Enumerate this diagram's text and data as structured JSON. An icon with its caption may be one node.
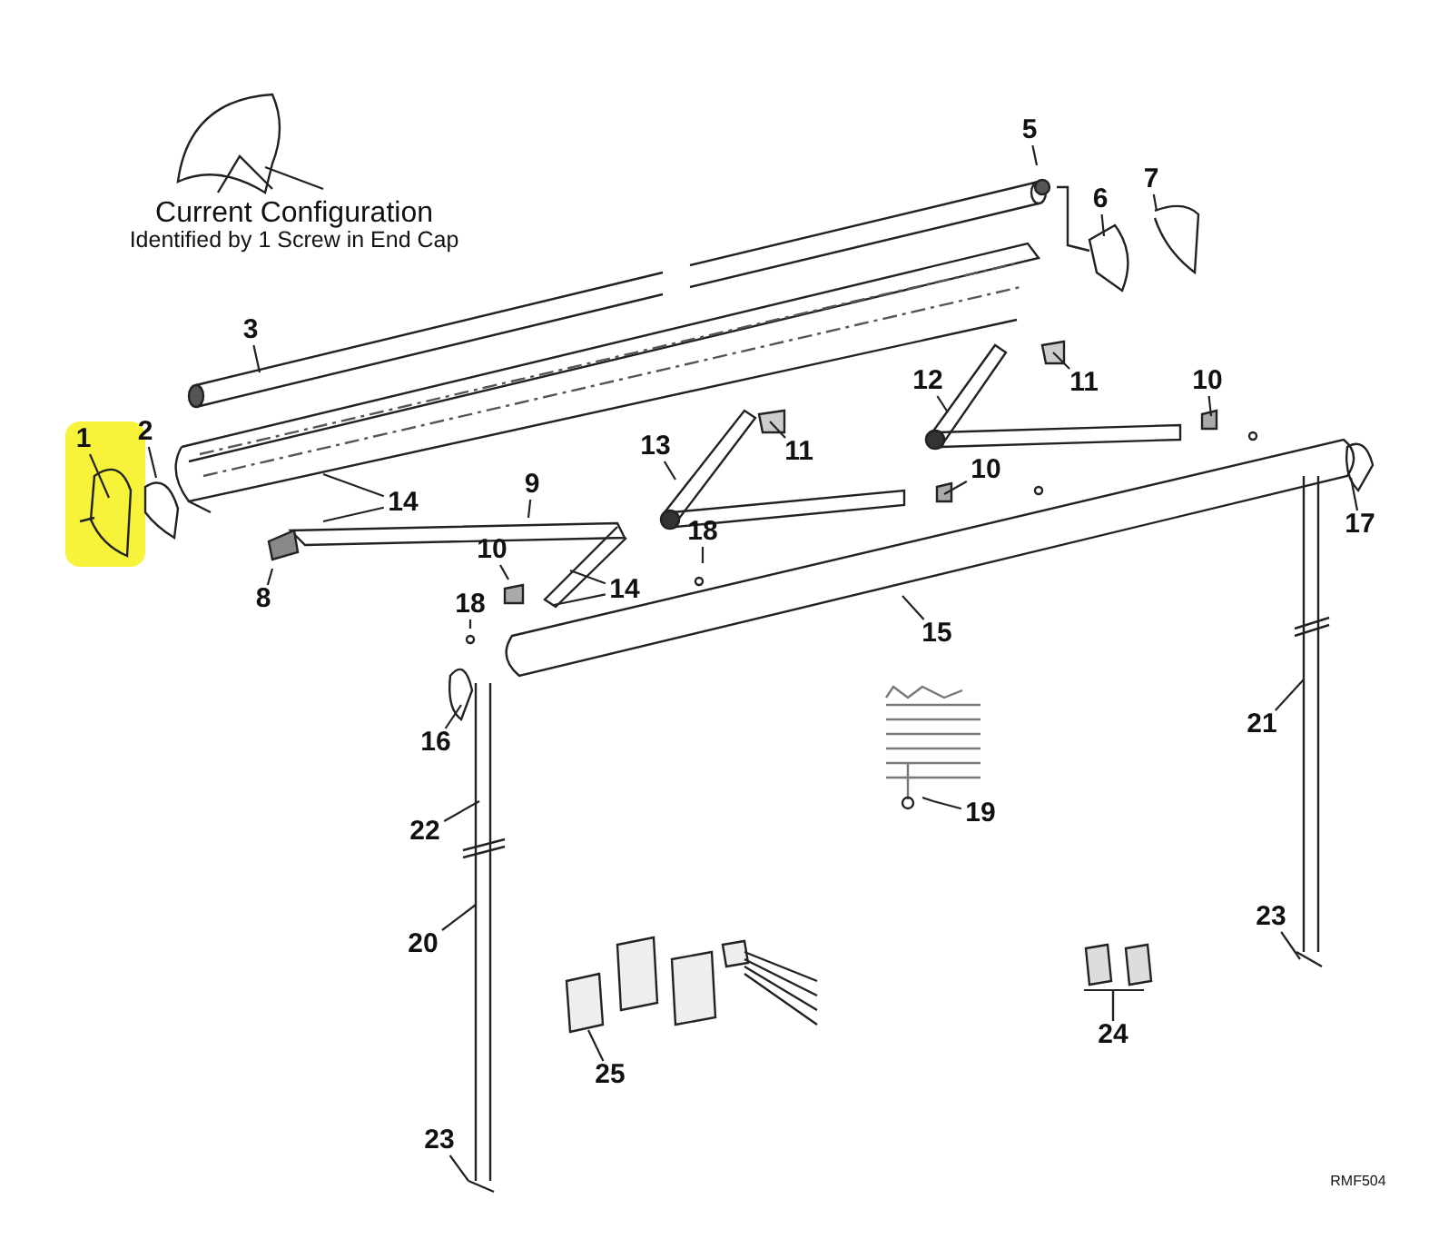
{
  "diagram": {
    "nodes": [
      {
        "text": [
          "1"
        ]
      },
      {
        "text": [
          "2"
        ]
      },
      {
        "text": [
          "3"
        ]
      },
      {
        "text": [
          "5"
        ]
      },
      {
        "text": [
          "6"
        ]
      },
      {
        "text": [
          "7"
        ]
      },
      {
        "text": [
          "8"
        ]
      },
      {
        "text": [
          "9"
        ]
      },
      {
        "text": [
          "14"
        ]
      },
      {
        "text": [
          "10"
        ]
      },
      {
        "text": [
          "14"
        ]
      },
      {
        "text": [
          "18"
        ]
      },
      {
        "text": [
          "13"
        ]
      },
      {
        "text": [
          "11"
        ]
      },
      {
        "text": [
          "12"
        ]
      },
      {
        "text": [
          "11"
        ]
      },
      {
        "text": [
          "10"
        ]
      },
      {
        "text": [
          "10"
        ]
      },
      {
        "text": [
          "18"
        ]
      },
      {
        "text": [
          "17"
        ]
      },
      {
        "text": [
          "15"
        ]
      },
      {
        "text": [
          "16"
        ]
      },
      {
        "text": [
          "22"
        ]
      },
      {
        "text": [
          "21"
        ]
      },
      {
        "text": [
          "19"
        ]
      },
      {
        "text": [
          "20"
        ]
      },
      {
        "text": [
          "23"
        ]
      },
      {
        "text": [
          "24"
        ]
      },
      {
        "text": [
          "25"
        ]
      },
      {
        "text": [
          "23"
        ]
      }
    ],
    "edges": [
      {
        "from": 0,
        "to": null,
        "arrow": "none"
      },
      {
        "from": 1,
        "to": null,
        "arrow": "none"
      },
      {
        "from": 2,
        "to": null,
        "arrow": "none"
      },
      {
        "from": 3,
        "to": null,
        "arrow": "none"
      },
      {
        "from": 4,
        "to": null,
        "arrow": "none"
      },
      {
        "from": 5,
        "to": null,
        "arrow": "none"
      },
      {
        "from": 6,
        "to": null,
        "arrow": "none"
      },
      {
        "from": 7,
        "to": null,
        "arrow": "none"
      },
      {
        "from": 8,
        "to": null,
        "arrow": "none"
      },
      {
        "from": 8,
        "to": null,
        "arrow": "none"
      },
      {
        "from": 9,
        "to": null,
        "arrow": "none"
      },
      {
        "from": 10,
        "to": null,
        "arrow": "none"
      },
      {
        "from": 10,
        "to": null,
        "arrow": "none"
      },
      {
        "from": 11,
        "to": null,
        "arrow": "none"
      },
      {
        "from": 12,
        "to": null,
        "arrow": "none"
      },
      {
        "from": 13,
        "to": null,
        "arrow": "none"
      },
      {
        "from": 14,
        "to": null,
        "arrow": "none"
      },
      {
        "from": 15,
        "to": null,
        "arrow": "none"
      },
      {
        "from": 16,
        "to": null,
        "arrow": "none"
      },
      {
        "from": 17,
        "to": null,
        "arrow": "none"
      },
      {
        "from": 18,
        "to": null,
        "arrow": "none"
      },
      {
        "from": 19,
        "to": null,
        "arrow": "none"
      },
      {
        "from": 20,
        "to": null,
        "arrow": "none"
      },
      {
        "from": 21,
        "to": null,
        "arrow": "none"
      },
      {
        "from": 22,
        "to": null,
        "arrow": "none"
      },
      {
        "from": 23,
        "to": null,
        "arrow": "none"
      },
      {
        "from": 24,
        "to": null,
        "arrow": "none"
      },
      {
        "from": 25,
        "to": null,
        "arrow": "none"
      },
      {
        "from": 26,
        "to": null,
        "arrow": "none"
      },
      {
        "from": 27,
        "to": null,
        "arrow": "none"
      },
      {
        "from": 27,
        "to": null,
        "arrow": "none"
      },
      {
        "from": 28,
        "to": null,
        "arrow": "none"
      },
      {
        "from": 29,
        "to": null,
        "arrow": "none"
      }
    ],
    "labels": [
      "Current Configuration",
      "Identified by 1 Screw in End Cap",
      "RMF504"
    ]
  }
}
